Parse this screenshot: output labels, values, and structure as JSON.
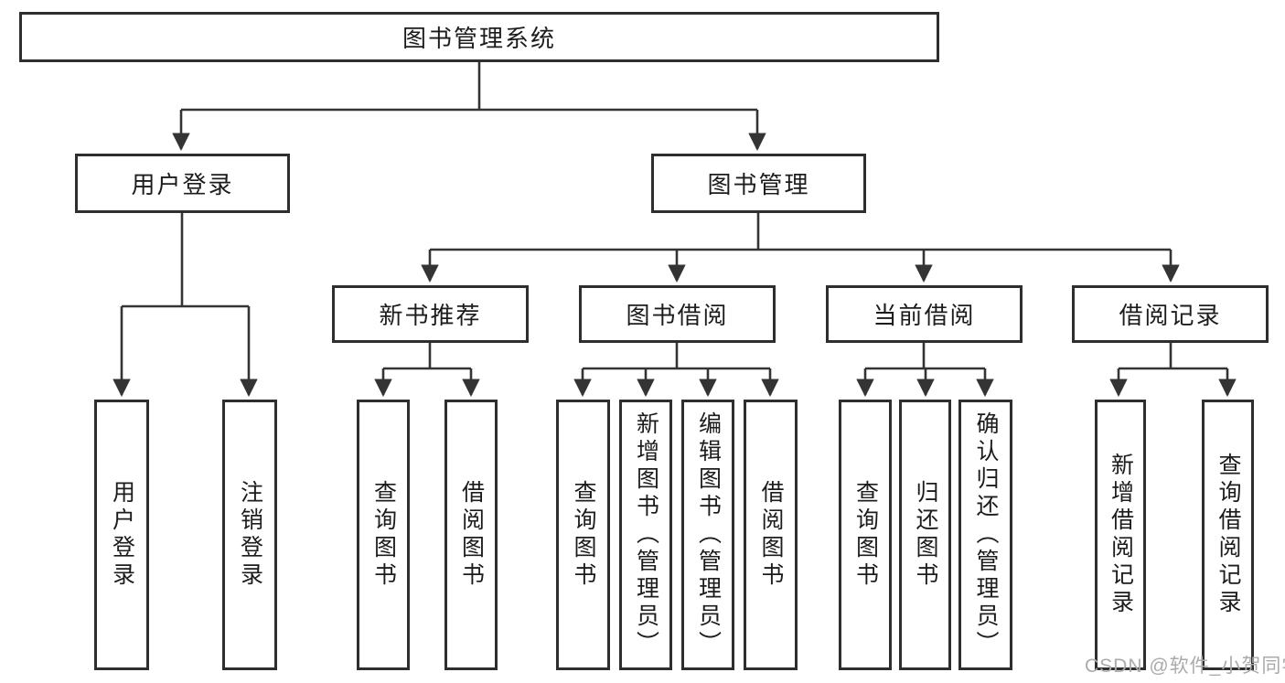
{
  "diagram": {
    "root": {
      "label": "图书管理系统"
    },
    "branches": [
      {
        "label": "用户登录",
        "children": [
          {
            "label": "用户登录"
          },
          {
            "label": "注销登录"
          }
        ]
      },
      {
        "label": "图书管理",
        "children": [
          {
            "label": "新书推荐",
            "children": [
              {
                "label": "查询图书"
              },
              {
                "label": "借阅图书"
              }
            ]
          },
          {
            "label": "图书借阅",
            "children": [
              {
                "label": "查询图书"
              },
              {
                "label": "新增图书（管理员）"
              },
              {
                "label": "编辑图书（管理员）"
              },
              {
                "label": "借阅图书"
              }
            ]
          },
          {
            "label": "当前借阅",
            "children": [
              {
                "label": "查询图书"
              },
              {
                "label": "归还图书"
              },
              {
                "label": "确认归还（管理员）"
              }
            ]
          },
          {
            "label": "借阅记录",
            "children": [
              {
                "label": "新增借阅记录"
              },
              {
                "label": "查询借阅记录"
              }
            ]
          }
        ]
      }
    ],
    "watermark": "CSDN @软件_小贺同学",
    "colors": {
      "line": "#343434",
      "border": "#2e2e2e",
      "text": "#1c1c1c",
      "watermark": "#ababab",
      "background": "#ffffff"
    }
  }
}
